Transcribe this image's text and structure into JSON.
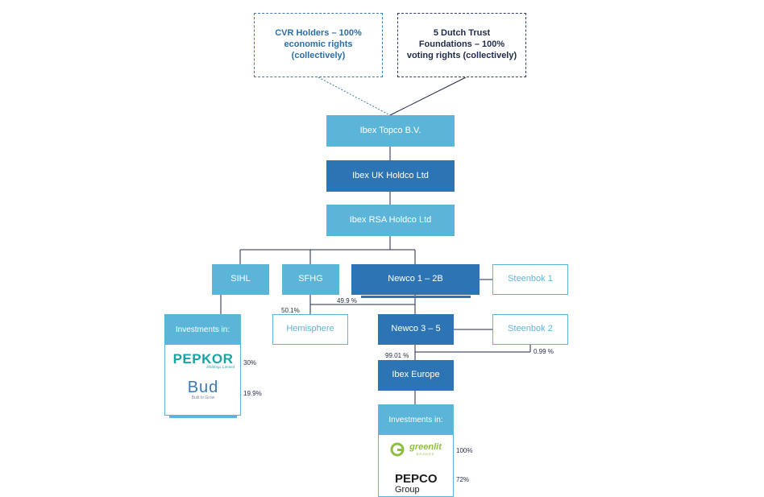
{
  "top_holders": {
    "cvr": "CVR Holders – 100% economic rights (collectively)",
    "dutch": "5 Dutch Trust Foundations – 100% voting rights (collectively)"
  },
  "entities": {
    "topco": "Ibex Topco B.V.",
    "uk_holdco": "Ibex UK Holdco Ltd",
    "rsa_holdco": "Ibex RSA Holdco Ltd",
    "sihl": "SIHL",
    "sfhg": "SFHG",
    "newco12b": "Newco 1 – 2B",
    "steenbok1": "Steenbok 1",
    "hemisphere": "Hemisphere",
    "newco35": "Newco 3 – 5",
    "steenbok2": "Steenbok 2",
    "ibex_europe": "Ibex Europe"
  },
  "percentages": {
    "sfhg_hemi": "50.1%",
    "newco_hemi": "49.9 %",
    "newco35_europe": "99.01 %",
    "steenbok2_europe": "0.99 %"
  },
  "investments_left": {
    "header": "Investments in:",
    "items": [
      {
        "name": "PEPKOR",
        "subtitle": "Holdings Limited",
        "pct": "30%"
      },
      {
        "name": "Bud",
        "subtitle": "Built to Grow",
        "pct": "19.9%"
      }
    ]
  },
  "investments_right": {
    "header": "Investments in:",
    "items": [
      {
        "name": "greenlit",
        "subtitle": "BRANDS",
        "pct": "100%"
      },
      {
        "name": "PEPCO",
        "subtitle": "Group",
        "pct": "72%"
      }
    ]
  },
  "colors": {
    "light_box": "#5bb5d9",
    "dark_box": "#2c74b3",
    "connector": "#1f2a4a"
  }
}
